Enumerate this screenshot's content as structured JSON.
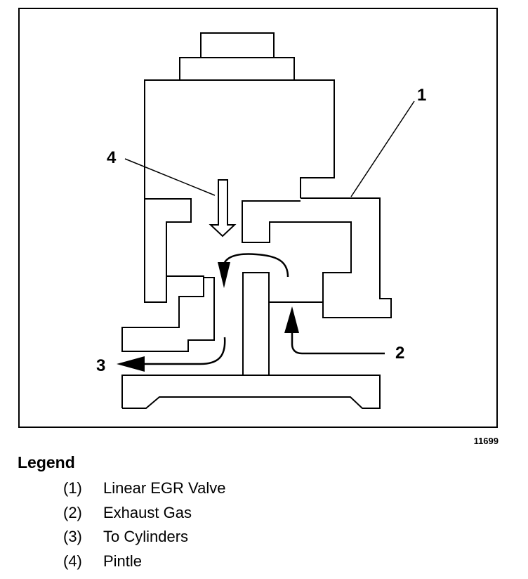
{
  "figure": {
    "number": "11699",
    "callouts": [
      {
        "id": "1",
        "text": "1"
      },
      {
        "id": "2",
        "text": "2"
      },
      {
        "id": "3",
        "text": "3"
      },
      {
        "id": "4",
        "text": "4"
      }
    ]
  },
  "legend": {
    "title": "Legend",
    "items": [
      {
        "num": "(1)",
        "label": "Linear EGR Valve"
      },
      {
        "num": "(2)",
        "label": "Exhaust Gas"
      },
      {
        "num": "(3)",
        "label": "To Cylinders"
      },
      {
        "num": "(4)",
        "label": "Pintle"
      }
    ]
  }
}
